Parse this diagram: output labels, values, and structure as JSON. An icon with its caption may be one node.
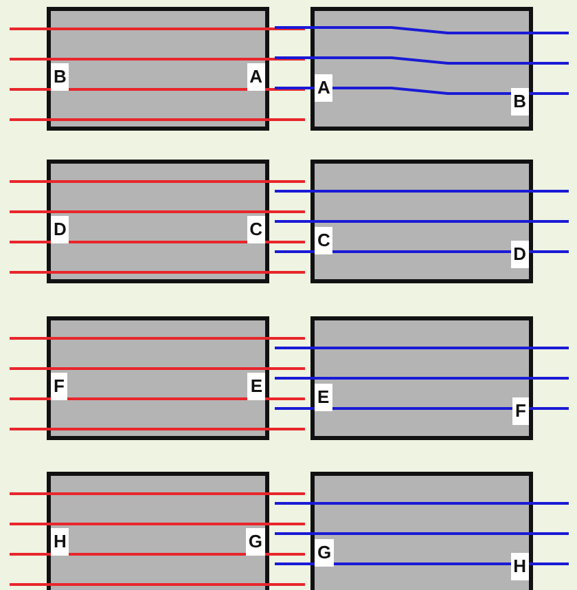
{
  "diagram": {
    "nodes": [
      {
        "text": [
          "B",
          "A"
        ]
      },
      {
        "text": [
          "A",
          "B"
        ]
      },
      {
        "text": [
          "D",
          "C"
        ]
      },
      {
        "text": [
          "C",
          "D"
        ]
      },
      {
        "text": [
          "F",
          "E"
        ]
      },
      {
        "text": [
          "E",
          "F"
        ]
      },
      {
        "text": [
          "H",
          "G"
        ]
      },
      {
        "text": [
          "G",
          "H"
        ]
      }
    ]
  }
}
